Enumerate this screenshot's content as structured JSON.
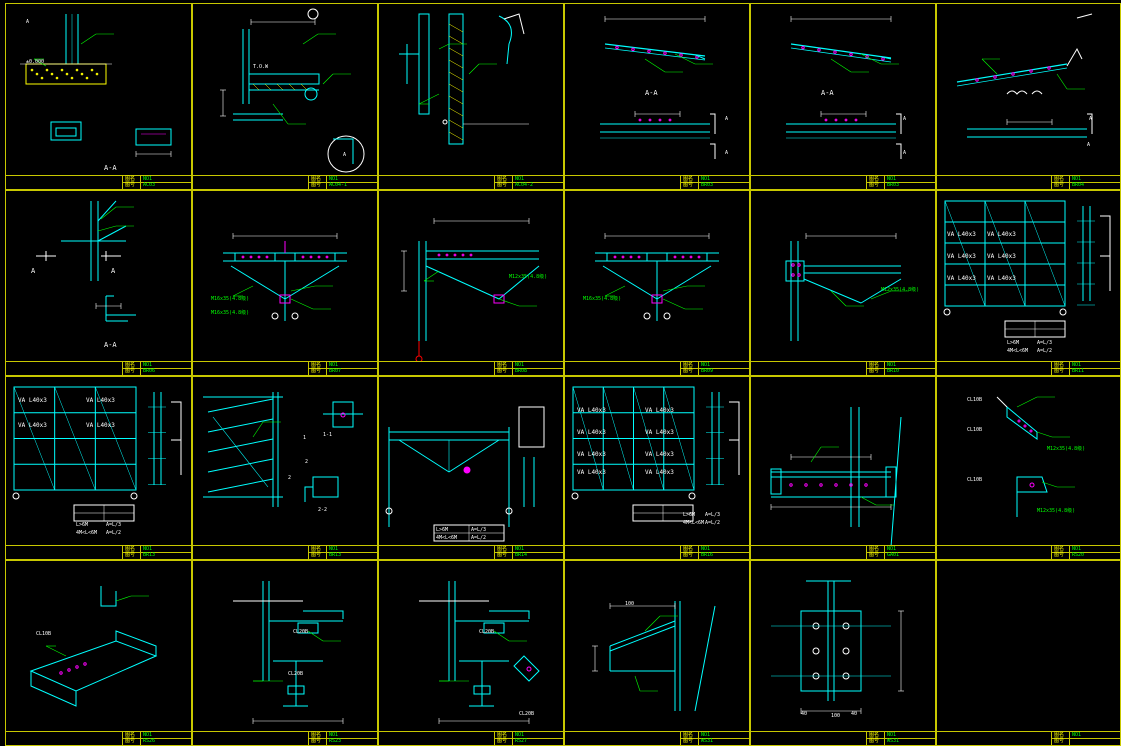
{
  "colors": {
    "frame": "#c8c800",
    "member": "#00ffff",
    "text": "#00ff00",
    "dim": "#ffffff",
    "accent": "#ff00ff",
    "hatch": "#ffff00",
    "bg": "#000000",
    "callout": "#ff0000"
  },
  "panels": [
    {
      "title": "",
      "code": "AC03",
      "labels": [
        "A-A",
        "±0.000",
        "A"
      ]
    },
    {
      "title": "",
      "code": "AC04-1",
      "labels": [
        "T.O.W",
        "A"
      ]
    },
    {
      "title": "",
      "code": "AC04-2",
      "labels": []
    },
    {
      "title": "",
      "code": "BR03",
      "labels": [
        "A-A",
        "A",
        "A"
      ]
    },
    {
      "title": "",
      "code": "BR03",
      "labels": [
        "A-A",
        "A",
        "A"
      ]
    },
    {
      "title": "",
      "code": "BR04",
      "labels": [
        "A",
        "A"
      ]
    },
    {
      "title": "",
      "code": "BR06",
      "labels": [
        "A",
        "A",
        "A-A"
      ]
    },
    {
      "title": "",
      "code": "BR07",
      "labels": [
        "M16x35(4.8级)",
        "M16x35(4.8级)"
      ]
    },
    {
      "title": "",
      "code": "BR08",
      "labels": [
        "M12x35(4.8级)"
      ]
    },
    {
      "title": "",
      "code": "BR09",
      "labels": [
        "M16x35(4.8级)"
      ]
    },
    {
      "title": "",
      "code": "BR10",
      "labels": [
        "M12x35(4.8级)"
      ]
    },
    {
      "title": "",
      "code": "BR11",
      "labels": [
        "VA L40x3",
        "VA L40x3",
        "VA L40x3",
        "VA L40x3",
        "VA L40x3",
        "VA L40x3",
        "L>6M",
        "4M<L<6M",
        "A=L/3",
        "A=L/2"
      ]
    },
    {
      "title": "",
      "code": "BR13",
      "labels": [
        "VA L40x3",
        "VA L40x3",
        "VA L40x3",
        "VA L40x3",
        "L>6M",
        "4M<L<6M",
        "A=L/3",
        "A=L/2"
      ]
    },
    {
      "title": "",
      "code": "BR13",
      "labels": [
        "1-1",
        "2-2",
        "1",
        "2",
        "2"
      ]
    },
    {
      "title": "",
      "code": "BR14",
      "labels": [
        "L>6M",
        "4M<L<6M",
        "A=L/3",
        "A=L/2"
      ]
    },
    {
      "title": "",
      "code": "BR16",
      "labels": [
        "VA L40x3",
        "VA L40x3",
        "VA L40x3",
        "VA L40x3",
        "VA L40x3",
        "VA L40x3",
        "VA L40x3",
        "VA L40x3",
        "L>6M",
        "A=L/3",
        "4M<L<6M",
        "A=L/2"
      ]
    },
    {
      "title": "",
      "code": "GA01",
      "labels": []
    },
    {
      "title": "",
      "code": "RS20",
      "labels": [
        "CL10B",
        "CL10B",
        "CL10B",
        "M12x35(4.8级)",
        "M12x35(4.8级)"
      ]
    },
    {
      "title": "",
      "code": "RS26",
      "labels": [
        "CL10B"
      ]
    },
    {
      "title": "",
      "code": "RS23",
      "labels": [
        "CL20B",
        "CL20B"
      ]
    },
    {
      "title": "",
      "code": "RS27",
      "labels": [
        "CL20B",
        "CL20B"
      ]
    },
    {
      "title": "",
      "code": "WS31",
      "labels": [
        "100"
      ]
    },
    {
      "title": "",
      "code": "WS31",
      "labels": [
        "40",
        "100",
        "40"
      ]
    },
    {
      "title": "",
      "code": "",
      "labels": []
    }
  ],
  "titleblock": {
    "row1_label": "图名",
    "row2_label": "图号",
    "row1_value": "NO1"
  }
}
